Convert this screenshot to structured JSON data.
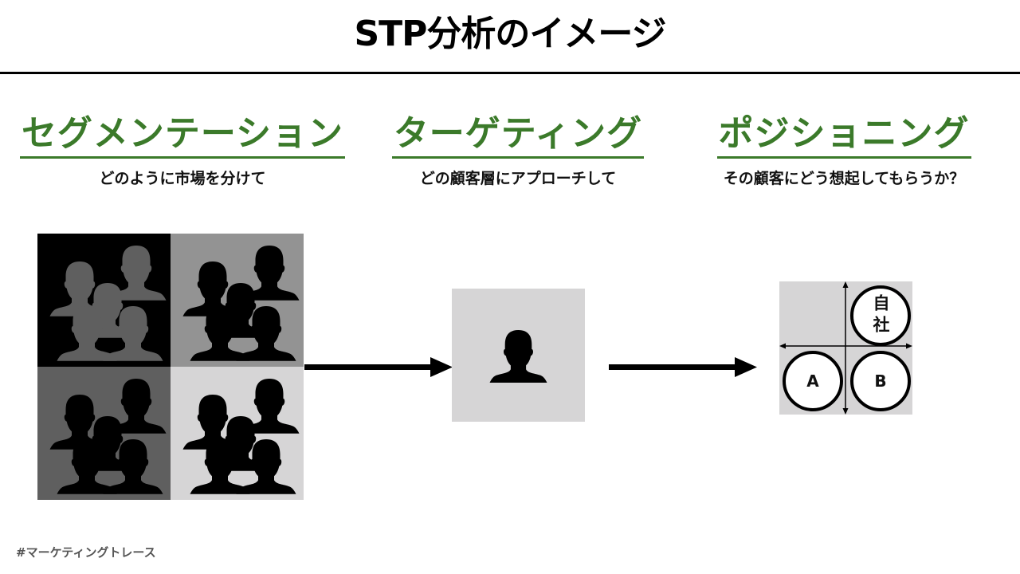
{
  "slide": {
    "title": "STP分析のイメージ",
    "footer_tag": "#マーケティングトレース"
  },
  "colors": {
    "heading_green": "#3b7a2a",
    "quadrant_top_left": "#000000",
    "quadrant_top_right": "#939393",
    "quadrant_bottom_left": "#5f5f5f",
    "quadrant_bottom_right": "#d6d5d6",
    "silhouette_light": "#5f5f5f",
    "silhouette_dark": "#000000",
    "panel_gray": "#d6d5d6"
  },
  "phases": [
    {
      "heading": "セグメンテーション",
      "subtitle": "どのように市場を分けて"
    },
    {
      "heading": "ターゲティング",
      "subtitle": "どの顧客層にアプローチして"
    },
    {
      "heading": "ポジショニング",
      "subtitle": "その顧客にどう想起してもらうか？"
    }
  ],
  "segmentation": {
    "quadrants": [
      {
        "name": "top-left",
        "background": "#000000",
        "figures": "#5f5f5f",
        "people_count": 5
      },
      {
        "name": "top-right",
        "background": "#939393",
        "figures": "#000000",
        "people_count": 5
      },
      {
        "name": "bottom-left",
        "background": "#5f5f5f",
        "figures": "#000000",
        "people_count": 5
      },
      {
        "name": "bottom-right",
        "background": "#d6d5d6",
        "figures": "#000000",
        "people_count": 5
      }
    ]
  },
  "targeting": {
    "people_count": 1,
    "icon": "person-silhouette-icon"
  },
  "positioning": {
    "axes": "two-way crossed arrows",
    "brands": [
      {
        "label": "自社",
        "quadrant": "top-right"
      },
      {
        "label": "A",
        "quadrant": "bottom-left"
      },
      {
        "label": "B",
        "quadrant": "bottom-right"
      }
    ]
  }
}
